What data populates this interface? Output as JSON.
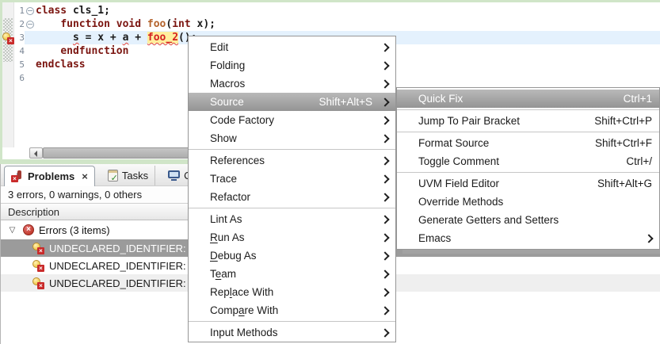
{
  "colors": {
    "keyword": "#7b1510",
    "function_name": "#b4632c",
    "error_text": "#d42222",
    "occurrence_highlight": "#ffef9e",
    "current_line_highlight": "#e4f1fd",
    "editor_frame_green": "#d0e5c8",
    "menu_highlight": "#9a9a9a",
    "selected_row": "#9b9b9b"
  },
  "editor": {
    "lines": [
      {
        "num": "1",
        "fold": true,
        "tokens": [
          {
            "t": "kw",
            "s": "class"
          },
          {
            "t": "plain",
            "s": " cls_1;"
          }
        ]
      },
      {
        "num": "2",
        "fold": true,
        "tokens": [
          {
            "t": "plain",
            "s": "    "
          },
          {
            "t": "kw",
            "s": "function"
          },
          {
            "t": "plain",
            "s": " "
          },
          {
            "t": "kw",
            "s": "void"
          },
          {
            "t": "plain",
            "s": " "
          },
          {
            "t": "fn",
            "s": "foo"
          },
          {
            "t": "plain",
            "s": "("
          },
          {
            "t": "kw",
            "s": "int"
          },
          {
            "t": "plain",
            "s": " x);"
          }
        ]
      },
      {
        "num": "3",
        "fold": false,
        "highlighted": true,
        "tokens": [
          {
            "t": "plain",
            "s": "      "
          },
          {
            "t": "err",
            "s": "s"
          },
          {
            "t": "plain",
            "s": " = x + "
          },
          {
            "t": "err",
            "s": "a"
          },
          {
            "t": "plain",
            "s": " + "
          },
          {
            "t": "errhl",
            "s": "foo_2"
          },
          {
            "t": "plain",
            "s": "();"
          }
        ]
      },
      {
        "num": "4",
        "fold": false,
        "tokens": [
          {
            "t": "plain",
            "s": "    "
          },
          {
            "t": "kw",
            "s": "endfunction"
          }
        ]
      },
      {
        "num": "5",
        "fold": false,
        "tokens": [
          {
            "t": "kw",
            "s": "endclass"
          }
        ]
      },
      {
        "num": "6",
        "fold": false,
        "tokens": []
      }
    ]
  },
  "problems": {
    "tabs": [
      {
        "label": "Problems",
        "icon": "problems-icon",
        "active": true,
        "closable": true,
        "close_glyph": "×"
      },
      {
        "label": "Tasks",
        "icon": "tasks-icon",
        "active": false
      },
      {
        "label": "Con",
        "icon": "console-icon",
        "active": false
      }
    ],
    "summary": "3 errors, 0 warnings, 0 others",
    "column_header": "Description",
    "group_label": "Errors (3 items)",
    "expander_glyph": "▽",
    "rows": [
      {
        "label": "UNDECLARED_IDENTIFIER:",
        "selected": true
      },
      {
        "label": "UNDECLARED_IDENTIFIER:",
        "selected": false
      },
      {
        "label": "UNDECLARED_IDENTIFIER:",
        "selected": false
      }
    ]
  },
  "context_menu": {
    "items": [
      {
        "label": "Edit",
        "submenu": true
      },
      {
        "label": "Folding",
        "submenu": true
      },
      {
        "label": "Macros",
        "submenu": true
      },
      {
        "label": "Source",
        "accel": "Shift+Alt+S",
        "submenu": true,
        "highlighted": true
      },
      {
        "label": "Code Factory",
        "submenu": true
      },
      {
        "label": "Show",
        "submenu": true
      },
      {
        "sep": true
      },
      {
        "label": "References",
        "submenu": true
      },
      {
        "label": "Trace",
        "submenu": true
      },
      {
        "label": "Refactor",
        "submenu": true
      },
      {
        "sep": true
      },
      {
        "label": "Lint As",
        "submenu": true
      },
      {
        "label": "Run As",
        "submenu": true,
        "mnemonic": "R"
      },
      {
        "label": "Debug As",
        "submenu": true,
        "mnemonic": "D"
      },
      {
        "label": "Team",
        "submenu": true,
        "mnemonic": "e"
      },
      {
        "label": "Replace With",
        "submenu": true,
        "mnemonic": "l"
      },
      {
        "label": "Compare With",
        "submenu": true,
        "mnemonic": "a"
      },
      {
        "sep": true
      },
      {
        "label": "Input Methods",
        "submenu": true
      }
    ]
  },
  "source_submenu": {
    "items": [
      {
        "label": "Quick Fix",
        "accel": "Ctrl+1",
        "highlighted": true
      },
      {
        "sep": true
      },
      {
        "label": "Jump To Pair Bracket",
        "accel": "Shift+Ctrl+P"
      },
      {
        "sep": true
      },
      {
        "label": "Format Source",
        "accel": "Shift+Ctrl+F"
      },
      {
        "label": "Toggle Comment",
        "accel": "Ctrl+/"
      },
      {
        "sep": true
      },
      {
        "label": "UVM Field Editor",
        "accel": "Shift+Alt+G"
      },
      {
        "label": "Override Methods"
      },
      {
        "label": "Generate Getters and Setters"
      },
      {
        "label": "Emacs",
        "submenu": true
      }
    ]
  }
}
